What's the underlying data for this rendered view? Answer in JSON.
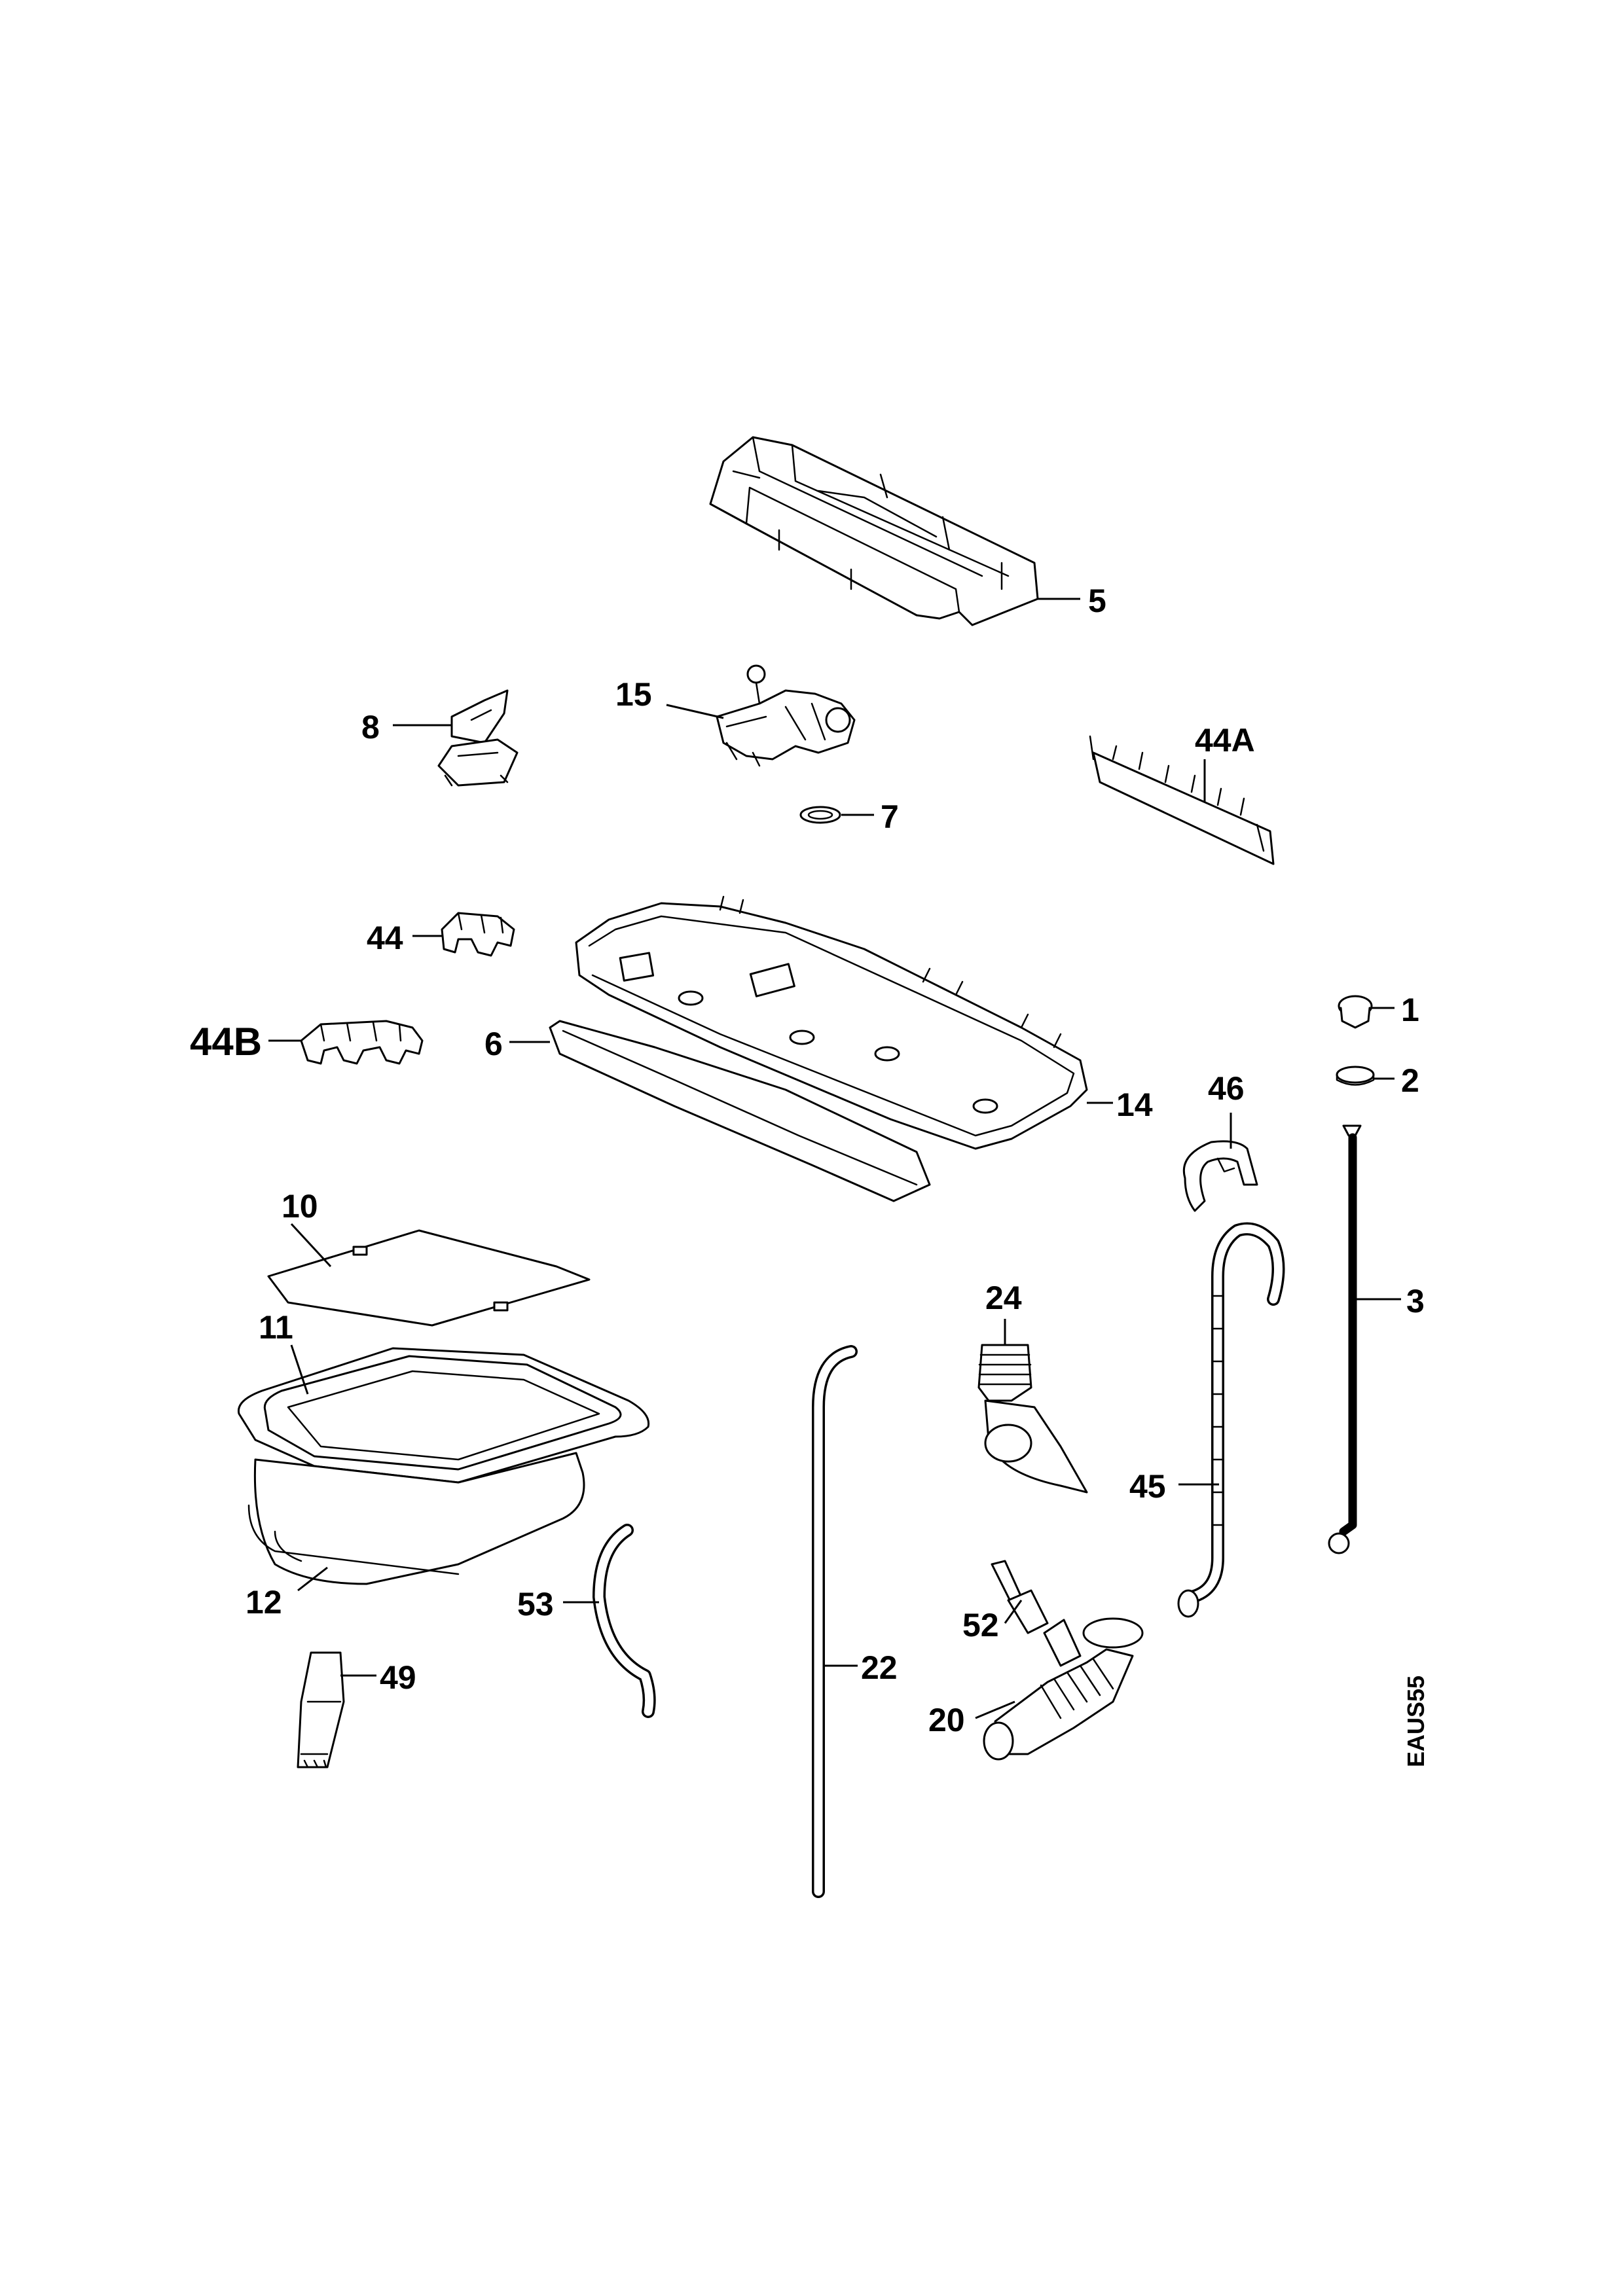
{
  "diagram_code": "EAUS55",
  "labels": {
    "p1": "1",
    "p2": "2",
    "p3": "3",
    "p5": "5",
    "p6": "6",
    "p7": "7",
    "p8": "8",
    "p10": "10",
    "p11": "11",
    "p12": "12",
    "p14": "14",
    "p15": "15",
    "p20": "20",
    "p22": "22",
    "p24": "24",
    "p44": "44",
    "p44A": "44A",
    "p44B": "44B",
    "p45": "45",
    "p46": "46",
    "p49": "49",
    "p52": "52",
    "p53": "53"
  }
}
